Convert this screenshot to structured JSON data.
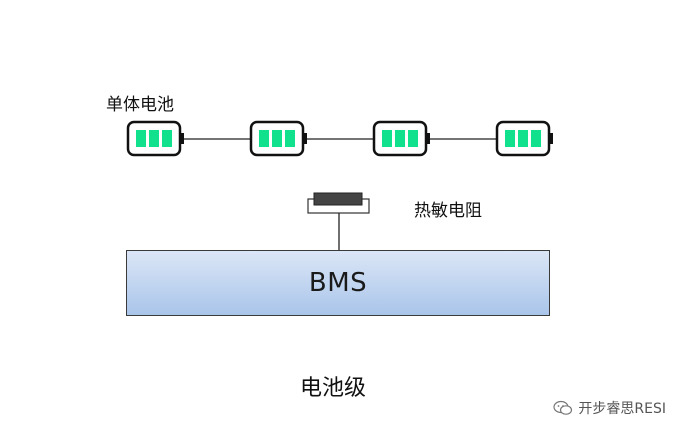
{
  "labels": {
    "cell": "单体电池",
    "thermistor": "热敏电阻",
    "bms": "BMS",
    "title": "电池级"
  },
  "cells": [
    {
      "name": "cell-1"
    },
    {
      "name": "cell-2"
    },
    {
      "name": "cell-3"
    },
    {
      "name": "cell-4"
    }
  ],
  "watermark": {
    "text": "开步睿思RESI",
    "icon": "wechat-icon"
  },
  "colors": {
    "battery_fill": "#11e08c",
    "bms_top": "#dbe6f6",
    "bms_bottom": "#a9c5ea",
    "thermistor_body": "#444444"
  }
}
